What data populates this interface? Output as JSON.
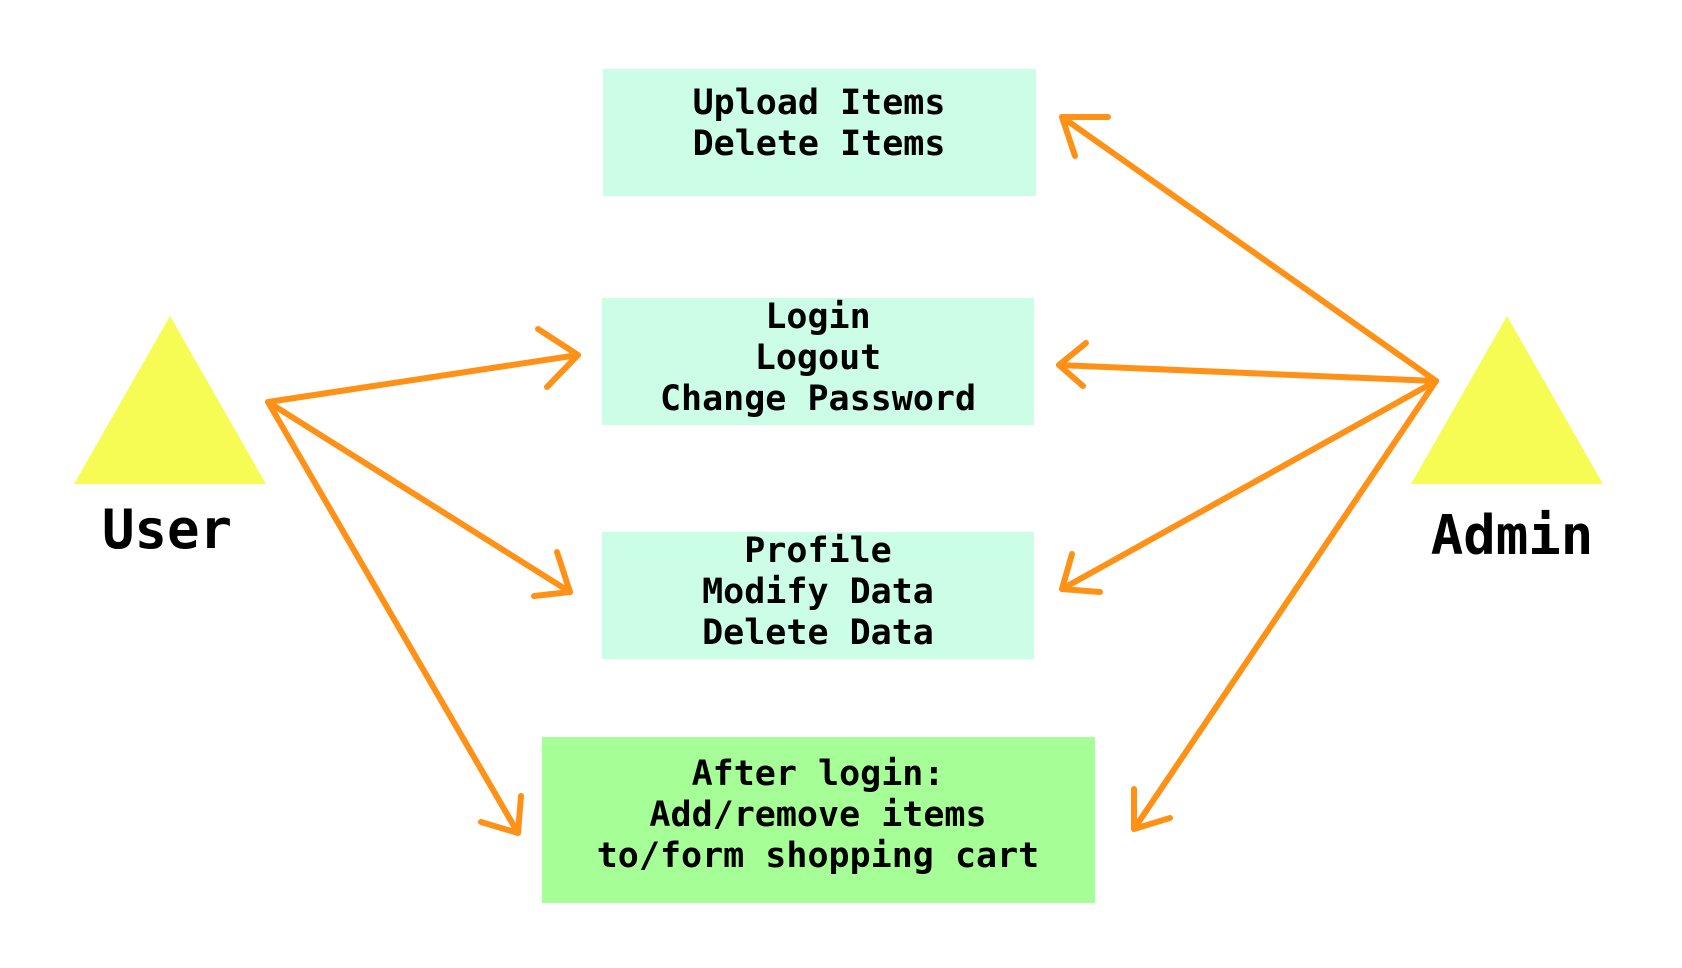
{
  "colors": {
    "actor_fill": "#f7fc55",
    "box_light": "#ccfde6",
    "box_green": "#a6ff96",
    "arrow": "#ff9116",
    "text": "#000000"
  },
  "actors": {
    "user": {
      "label": "User"
    },
    "admin": {
      "label": "Admin"
    }
  },
  "boxes": {
    "items": {
      "lines": [
        "Upload Items",
        "Delete Items"
      ]
    },
    "auth": {
      "lines": [
        "Login",
        "Logout",
        "Change Password"
      ]
    },
    "profile": {
      "lines": [
        "Profile",
        "Modify Data",
        "Delete Data"
      ]
    },
    "cart": {
      "lines": [
        "After login:",
        "Add/remove items",
        "to/form shopping cart"
      ]
    }
  },
  "connections": [
    {
      "from": "user",
      "to": "auth"
    },
    {
      "from": "user",
      "to": "profile"
    },
    {
      "from": "user",
      "to": "cart"
    },
    {
      "from": "admin",
      "to": "items"
    },
    {
      "from": "admin",
      "to": "auth"
    },
    {
      "from": "admin",
      "to": "profile"
    },
    {
      "from": "admin",
      "to": "cart"
    }
  ]
}
